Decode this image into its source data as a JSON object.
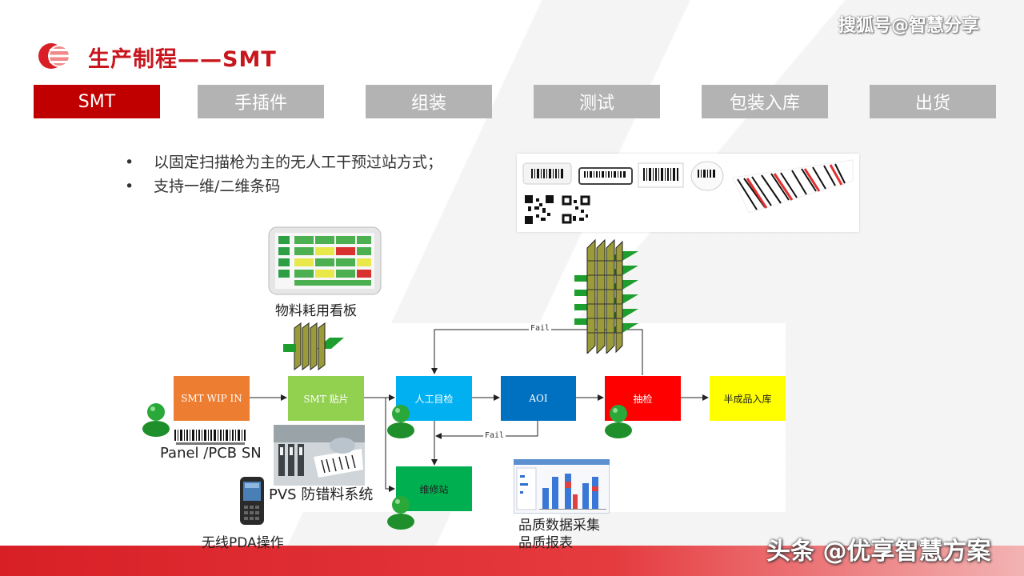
{
  "header": {
    "title": "生产制程——SMT",
    "watermark_top": "搜狐号@智慧分享",
    "watermark_bottom": "头条 @优享智慧方案"
  },
  "tabs": [
    {
      "label": "SMT",
      "active": true
    },
    {
      "label": "手插件",
      "active": false
    },
    {
      "label": "组装",
      "active": false
    },
    {
      "label": "测试",
      "active": false
    },
    {
      "label": "包装入库",
      "active": false
    },
    {
      "label": "出货",
      "active": false
    }
  ],
  "bullets": [
    "以固定扫描枪为主的无人工干预过站方式；",
    "支持一维/二维条码"
  ],
  "flow": {
    "nodes": [
      {
        "label": "SMT WIP IN",
        "color": "#ed7d31"
      },
      {
        "label": "SMT 贴片",
        "color": "#92d050"
      },
      {
        "label": "人工目检",
        "color": "#00b0f0"
      },
      {
        "label": "AOI",
        "color": "#0070c0"
      },
      {
        "label": "抽检",
        "color": "#ff0000"
      },
      {
        "label": "半成品入库",
        "color": "#ffff00"
      },
      {
        "label": "维修站",
        "color": "#00b050"
      }
    ],
    "fail_label_1": "Fail",
    "fail_label_2": "Fail"
  },
  "captions": {
    "kanban": "物料耗用看板",
    "panel_sn": "Panel /PCB SN",
    "pvs": "PVS 防错料系统",
    "pda": "无线PDA操作",
    "quality_1": "品质数据采集",
    "quality_2": "品质报表"
  },
  "colors": {
    "brand_red": "#c8161d",
    "tab_active": "#c00000",
    "tab_inactive": "#b3b3b3"
  }
}
